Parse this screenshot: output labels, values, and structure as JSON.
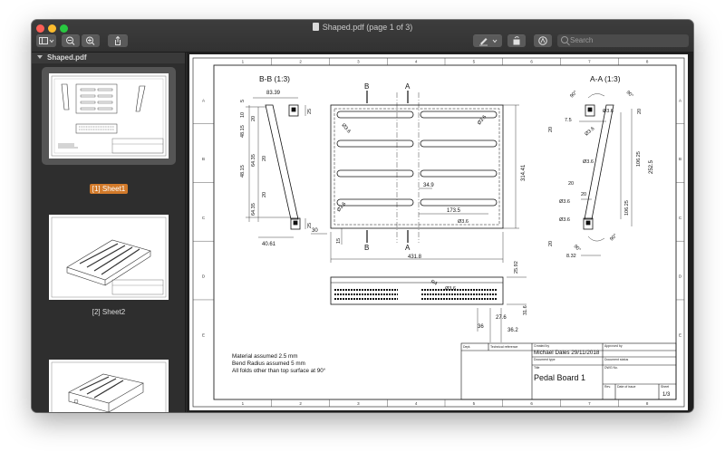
{
  "window": {
    "title": "Shaped.pdf (page 1 of 3)"
  },
  "search": {
    "placeholder": "Search"
  },
  "sidebar": {
    "header": "Shaped.pdf",
    "pages": [
      {
        "label": "[1] Sheet1",
        "selected": true
      },
      {
        "label": "[2] Sheet2",
        "selected": false
      },
      {
        "label": "",
        "selected": false
      }
    ]
  },
  "drawing": {
    "col_labels": [
      "1",
      "2",
      "3",
      "4",
      "5",
      "6",
      "7",
      "8"
    ],
    "row_labels": [
      "A",
      "B",
      "C",
      "D",
      "E"
    ],
    "view_bb": "B-B (1:3)",
    "view_aa": "A-A (1:3)",
    "section_b": "B",
    "section_a": "A",
    "dims_left": {
      "w83": "83.39",
      "v5": "5",
      "v10": "10",
      "v20a": "20",
      "v4815": "48.15",
      "v6435": "64.35",
      "v20b": "20",
      "v4815b": "48.15",
      "v6435b": "64.35",
      "v20c": "20",
      "v25a": "25",
      "v25b": "25",
      "v4061": "40.61",
      "v30": "30"
    },
    "dims_front": {
      "d36a": "Ø3.6",
      "d36b": "Ø3.6",
      "d36c": "Ø3.6",
      "d36d": "Ø3.6",
      "h31441": "314.41",
      "w349": "34.9",
      "w1735": "173.5",
      "w4318": "431.8",
      "v15": "15"
    },
    "dims_side": {
      "a90a": "90°",
      "a90b": "90°",
      "d36a": "Ø3.6",
      "d36b": "Ø3.6",
      "d36c": "Ø3.6",
      "d36d": "Ø3.6",
      "d36e": "Ø3.6",
      "v75": "7.5",
      "v20a": "20",
      "v20b": "20",
      "v20c": "20",
      "v20d": "20",
      "v20e": "20",
      "v10625a": "106.25",
      "v2525": "252.5",
      "v10625b": "106.25",
      "a90c": "90°",
      "a90d": "90°",
      "v832": "8.32"
    },
    "dims_bottom": {
      "r4": "R4",
      "d36": "Ø3.6",
      "v2592": "25.92",
      "v316": "31.6",
      "v276": "27.6",
      "v36": "36",
      "v362": "36.2"
    },
    "notes": [
      "Material assumed 2.5 mm",
      "Bend Radius assumed 5 mm",
      "All folds other than top surface at 90°"
    ],
    "title_block": {
      "dept_label": "Dept.",
      "tech_ref_label": "Technical reference",
      "created_by_label": "Created by",
      "created_by": "Michael Dales  29/11/2018",
      "approved_by_label": "Approved by",
      "doc_type_label": "Document type",
      "doc_status_label": "Document status",
      "title_label": "Title",
      "title": "Pedal Board 1",
      "dwg_no_label": "DWG No.",
      "rev_label": "Rev.",
      "date_issue_label": "Date of issue",
      "sheet_label": "Sheet",
      "sheet": "1/3"
    }
  }
}
